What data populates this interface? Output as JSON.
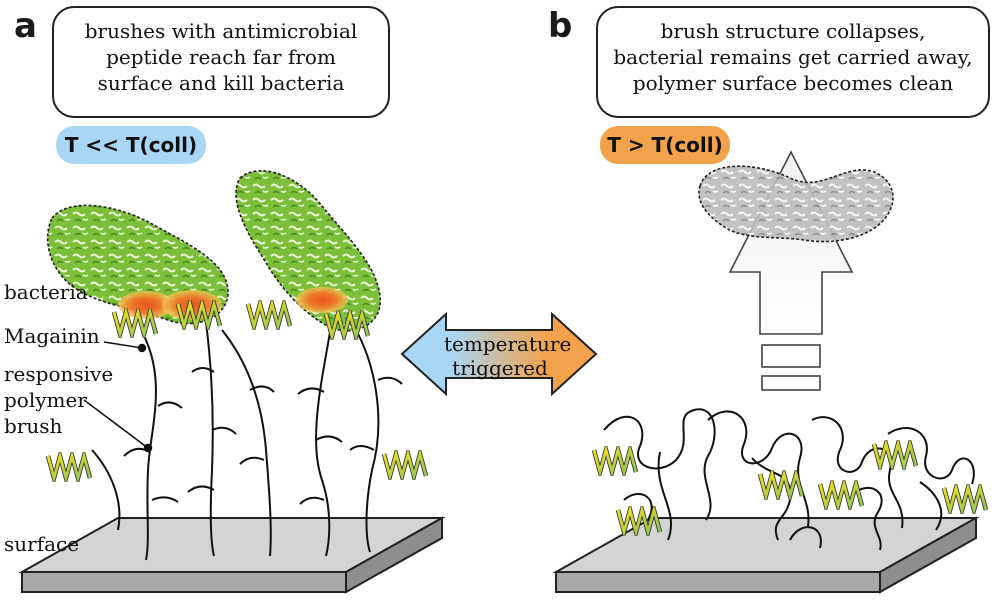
{
  "panel_a": {
    "letter": "a",
    "callout_lines": [
      "brushes with antimicrobial",
      "peptide reach far from",
      "surface and kill bacteria"
    ],
    "condition": "T << T(coll)",
    "condition_color": "#a9d6f5",
    "labels": {
      "bacteria": "bacteria",
      "magainin": "Magainin",
      "polymer_lines": [
        "responsive",
        "polymer",
        "brush"
      ],
      "surface": "surface"
    }
  },
  "panel_b": {
    "letter": "b",
    "callout_lines": [
      "brush structure collapses,",
      "bacterial remains get carried away,",
      "polymer surface becomes clean"
    ],
    "condition": "T > T(coll)",
    "condition_color": "#f2a24a"
  },
  "center_arrow": {
    "lines": [
      "temperature",
      "triggered"
    ],
    "color_left": "#a9d6f5",
    "color_right": "#f2a24a"
  },
  "colors": {
    "bacteria_green": "#7cbf3a",
    "peptide_yellow": "#f2e11a",
    "peptide_green": "#8fc45a",
    "surface_gray": "#c9c9c9",
    "kill_orange": "#e8541e"
  }
}
